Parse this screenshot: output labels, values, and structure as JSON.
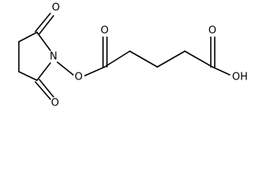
{
  "molecule": {
    "atoms": {
      "o_top_carbonyl": "O",
      "o_bottom_carbonyl": "O",
      "n_imide": "N",
      "o_ester_bridge": "O",
      "o_ester_carbonyl": "O",
      "o_acid_carbonyl": "O",
      "oh_acid": "OH"
    },
    "colors": {
      "bond": "#000000",
      "label": "#000000",
      "background": "#ffffff"
    }
  }
}
